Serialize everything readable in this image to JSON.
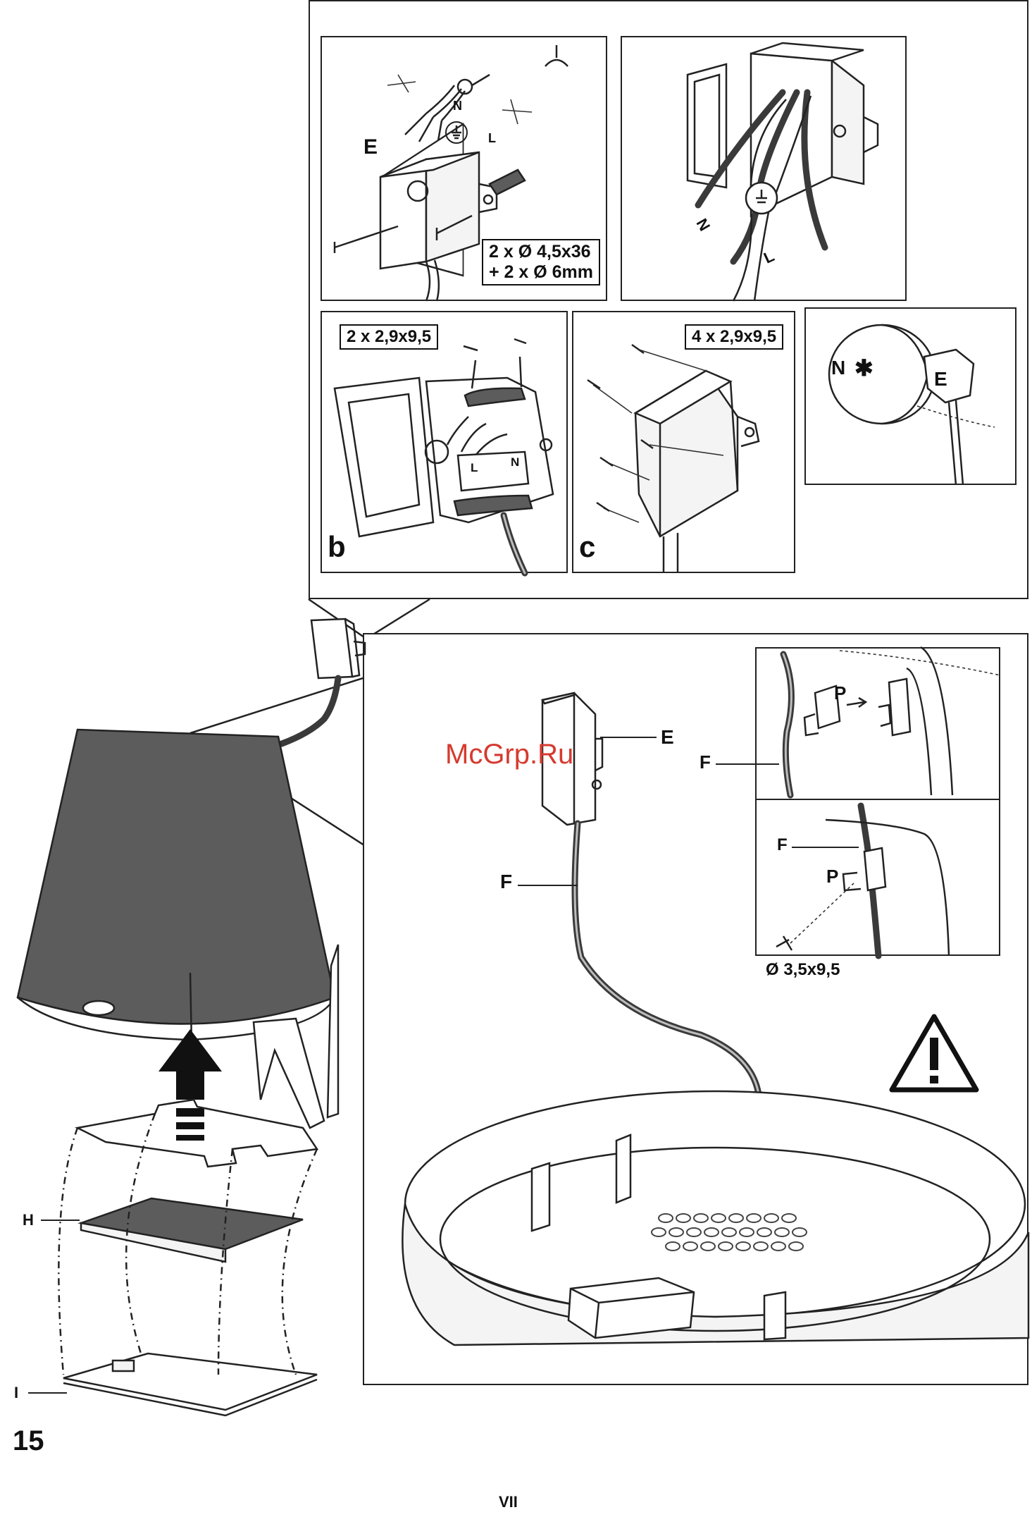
{
  "labels": {
    "e_top": "E",
    "n_wire": "N",
    "l_wire": "L",
    "screws_top": "2 x Ø 4,5x36\n+ 2 x Ø 6mm",
    "n_right": "N",
    "l_right": "L",
    "b_screws": "2 x 2,9x9,5",
    "b_step": "b",
    "b_l": "L",
    "b_n": "N",
    "c_screws": "4 x 2,9x9,5",
    "c_step": "c",
    "n_star": "N",
    "star": "✱",
    "e_small": "E",
    "e_main": "E",
    "f_main": "F",
    "f_inset1": "F",
    "p_inset1": "P",
    "f_inset2": "F",
    "p_inset2": "P",
    "screw_inset": "Ø 3,5x9,5",
    "h": "H",
    "i": "I",
    "watermark": "McGrp.Ru",
    "page_number": "15",
    "roman": "VII"
  },
  "icons": {
    "ground": "ground-icon",
    "warning": "warning-icon"
  }
}
